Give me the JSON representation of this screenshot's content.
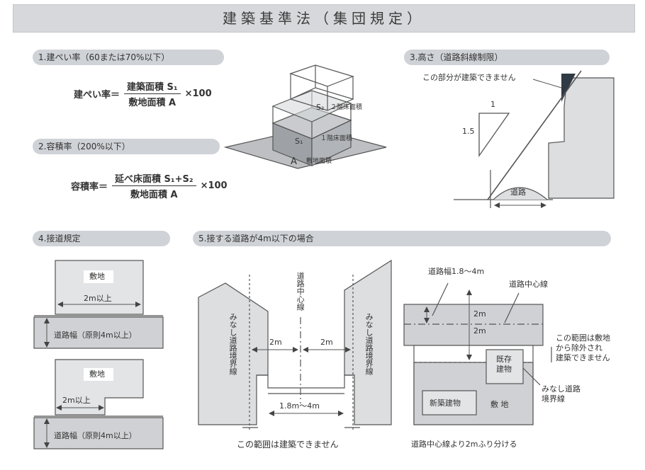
{
  "title": "建築基準法（集団規定）",
  "s1": {
    "heading": "1.建ぺい率（60または70%以下）",
    "lhs": "建ぺい率＝",
    "num": "建築面積 S₁",
    "den": "敷地面積 A",
    "mult": "×100"
  },
  "s2": {
    "heading": "2.容積率（200%以下）",
    "lhs": "容積率＝",
    "num": "延べ床面積 S₁+S₂",
    "den": "敷地面積 A",
    "mult": "×100"
  },
  "box": {
    "s2": "S₂",
    "s2_note": "２階床面積",
    "s1": "S₁",
    "s1_note": "１階床面積",
    "a": "A",
    "a_note": "敷地面積"
  },
  "s3": {
    "heading": "3.高さ（道路斜線制限）",
    "note": "この部分が建築できません",
    "one": "1",
    "ratio": "1.5",
    "road": "道路"
  },
  "s4": {
    "heading": "4.接道規定",
    "lot1": "敷地",
    "dim1": "2m以上",
    "road1": "道路幅（原則4m以上）",
    "lot2": "敷地",
    "dim2": "2m以上",
    "road2": "道路幅（原則4m以上）"
  },
  "s5": {
    "heading": "5.接する道路が4m以下の場合",
    "center": "道路中心線",
    "left_boundary": "みなし道路境界線",
    "right_boundary": "みなし道路境界線",
    "d1": "2m",
    "d2": "2m",
    "width": "1.8m〜4m",
    "no_build": "この範囲は建築できません",
    "road_width": "道路幅1.8〜4m",
    "center2": "道路中心線",
    "m1": "2m",
    "m2": "2m",
    "excluded": [
      "この範囲は敷地",
      "から除外され",
      "建築できません"
    ],
    "existing": [
      "既存",
      "建物"
    ],
    "new_bldg": "新築建物",
    "site": "敷 地",
    "deemed": [
      "みなし道路",
      "境界線"
    ],
    "setback": "道路中心線より2mふり分ける"
  }
}
